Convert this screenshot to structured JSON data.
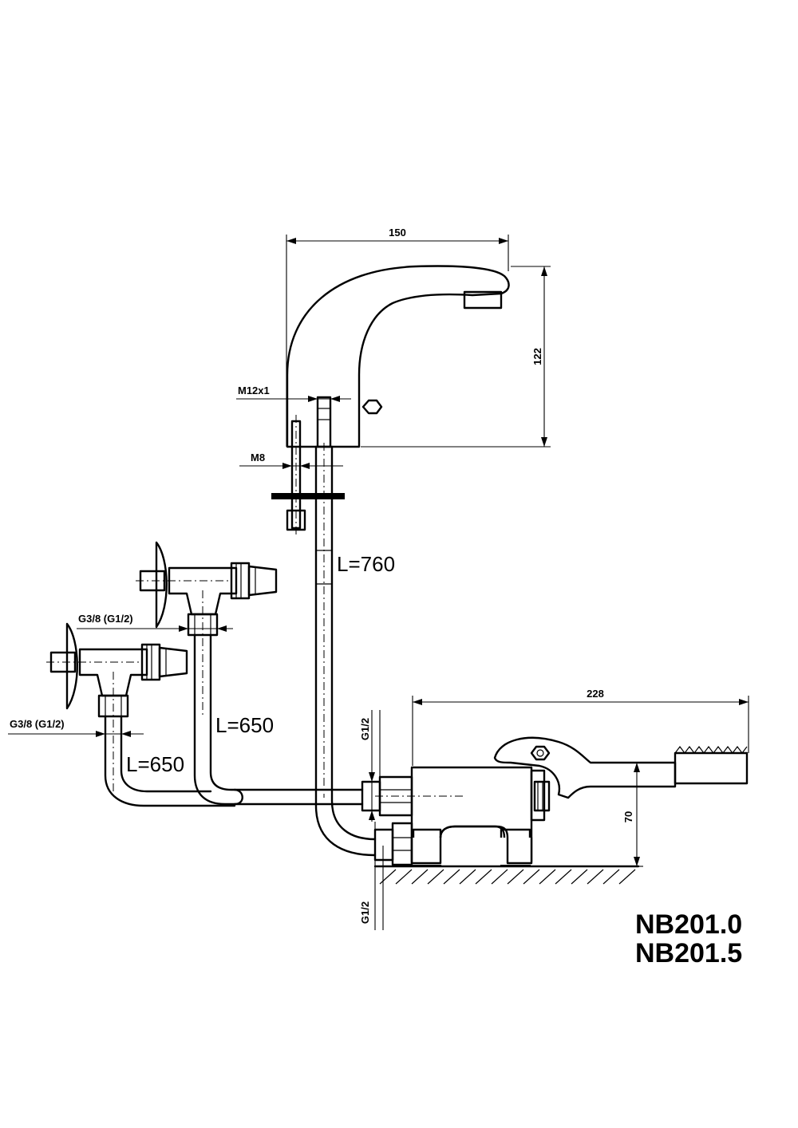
{
  "dimensions": {
    "spout_width": "150",
    "spout_height": "122",
    "pedal_length": "228",
    "pedal_height": "70",
    "thread_top": "M12x1",
    "thread_stud": "M8",
    "hose_long": "L=760",
    "hose_upper": "L=650",
    "hose_lower": "L=650",
    "valve_upper_thread": "G3/8 (G1/2)",
    "valve_lower_thread": "G3/8 (G1/2)",
    "inlet_top_thread": "G1/2",
    "inlet_bottom_thread": "G1/2"
  },
  "models": [
    "NB201.0",
    "NB201.5"
  ]
}
